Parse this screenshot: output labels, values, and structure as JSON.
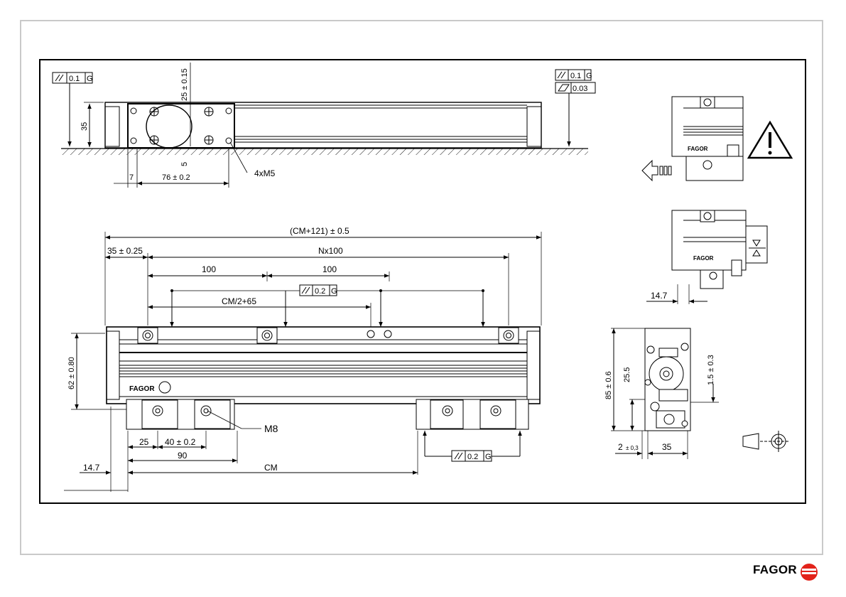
{
  "brand": {
    "name": "FAGOR",
    "label_color": "#000000",
    "accent": "#e2231a"
  },
  "top_view": {
    "tol_parallel_left": "0.1",
    "tol_datum_left": "G",
    "tol_parallel_right": "0.1",
    "tol_datum_right": "G",
    "tol_flatness_right": "0.03",
    "dim_height": "35",
    "dim_vertical": "25 ± 0.15",
    "dim_small": "5",
    "dim_edge": "7",
    "dim_span": "76 ± 0.2",
    "callout_screws": "4xM5"
  },
  "front_view": {
    "dim_total": "(CM+121) ± 0.5",
    "dim_left_offset": "35 ± 0.25",
    "dim_pitch": "Nx100",
    "dim_100_a": "100",
    "dim_100_b": "100",
    "dim_center": "CM/2+65",
    "tol_top": "0.2",
    "tol_top_datum": "G",
    "dim_height": "62 ± 0.80",
    "callout_bolt": "M8",
    "dim_25": "25",
    "dim_40": "40 ± 0.2",
    "dim_90": "90",
    "dim_14_7": "14.7",
    "dim_cm": "CM",
    "tol_bottom": "0.2",
    "tol_bottom_datum": "G"
  },
  "side_views": {
    "dim_14_7": "14.7",
    "dim_85": "85 ± 0.6",
    "dim_25_5": "25.5",
    "dim_1_5": "1.5 ± 0.3",
    "dim_2": "2",
    "dim_2_tol": "± 0,3",
    "dim_35": "35"
  }
}
